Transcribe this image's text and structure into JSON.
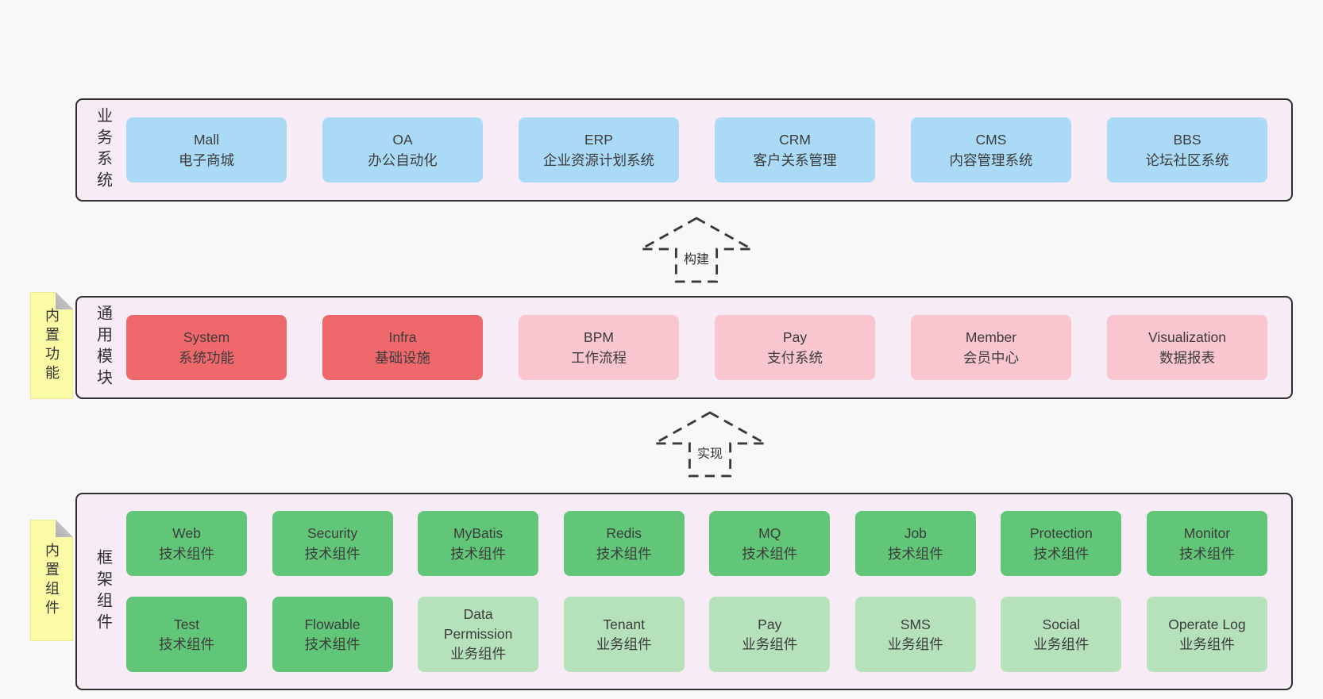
{
  "palette": {
    "page_bg": "#f8f8f8",
    "container_bg": "#f7ecf5",
    "container_border": "#2e2e2e",
    "box_text": "#3c3c3c",
    "blue": "#aadaf6",
    "red": "#ef686c",
    "pink": "#f9c5cf",
    "green": "#61c678",
    "lightgreen": "#b6e2bb",
    "sticky_bg": "#fbfaa5",
    "sticky_fold": "#c0c0c0",
    "arrow_stroke": "#3a3a3a"
  },
  "arrows": [
    {
      "label": "构建"
    },
    {
      "label": "实现"
    }
  ],
  "layers": [
    {
      "id": "business-systems",
      "side_label": "业务系统",
      "sticky": null,
      "rows": [
        [
          {
            "en": "Mall",
            "zh": "电子商城",
            "color": "blue"
          },
          {
            "en": "OA",
            "zh": "办公自动化",
            "color": "blue"
          },
          {
            "en": "ERP",
            "zh": "企业资源计划系统",
            "color": "blue"
          },
          {
            "en": "CRM",
            "zh": "客户关系管理",
            "color": "blue"
          },
          {
            "en": "CMS",
            "zh": "内容管理系统",
            "color": "blue"
          },
          {
            "en": "BBS",
            "zh": "论坛社区系统",
            "color": "blue"
          }
        ]
      ]
    },
    {
      "id": "common-modules",
      "side_label": "通用模块",
      "sticky": "内置功能",
      "rows": [
        [
          {
            "en": "System",
            "zh": "系统功能",
            "color": "red"
          },
          {
            "en": "Infra",
            "zh": "基础设施",
            "color": "red"
          },
          {
            "en": "BPM",
            "zh": "工作流程",
            "color": "pink"
          },
          {
            "en": "Pay",
            "zh": "支付系统",
            "color": "pink"
          },
          {
            "en": "Member",
            "zh": "会员中心",
            "color": "pink"
          },
          {
            "en": "Visualization",
            "zh": "数据报表",
            "color": "pink"
          }
        ]
      ]
    },
    {
      "id": "framework-components",
      "side_label": "框架组件",
      "sticky": "内置组件",
      "rows": [
        [
          {
            "en": "Web",
            "zh": "技术组件",
            "color": "green"
          },
          {
            "en": "Security",
            "zh": "技术组件",
            "color": "green"
          },
          {
            "en": "MyBatis",
            "zh": "技术组件",
            "color": "green"
          },
          {
            "en": "Redis",
            "zh": "技术组件",
            "color": "green"
          },
          {
            "en": "MQ",
            "zh": "技术组件",
            "color": "green"
          },
          {
            "en": "Job",
            "zh": "技术组件",
            "color": "green"
          },
          {
            "en": "Protection",
            "zh": "技术组件",
            "color": "green"
          },
          {
            "en": "Monitor",
            "zh": "技术组件",
            "color": "green"
          }
        ],
        [
          {
            "en": "Test",
            "zh": "技术组件",
            "color": "green"
          },
          {
            "en": "Flowable",
            "zh": "技术组件",
            "color": "green"
          },
          {
            "en": "Data Permission",
            "zh": "业务组件",
            "color": "lightgreen"
          },
          {
            "en": "Tenant",
            "zh": "业务组件",
            "color": "lightgreen"
          },
          {
            "en": "Pay",
            "zh": "业务组件",
            "color": "lightgreen"
          },
          {
            "en": "SMS",
            "zh": "业务组件",
            "color": "lightgreen"
          },
          {
            "en": "Social",
            "zh": "业务组件",
            "color": "lightgreen"
          },
          {
            "en": "Operate Log",
            "zh": "业务组件",
            "color": "lightgreen"
          }
        ]
      ]
    }
  ]
}
